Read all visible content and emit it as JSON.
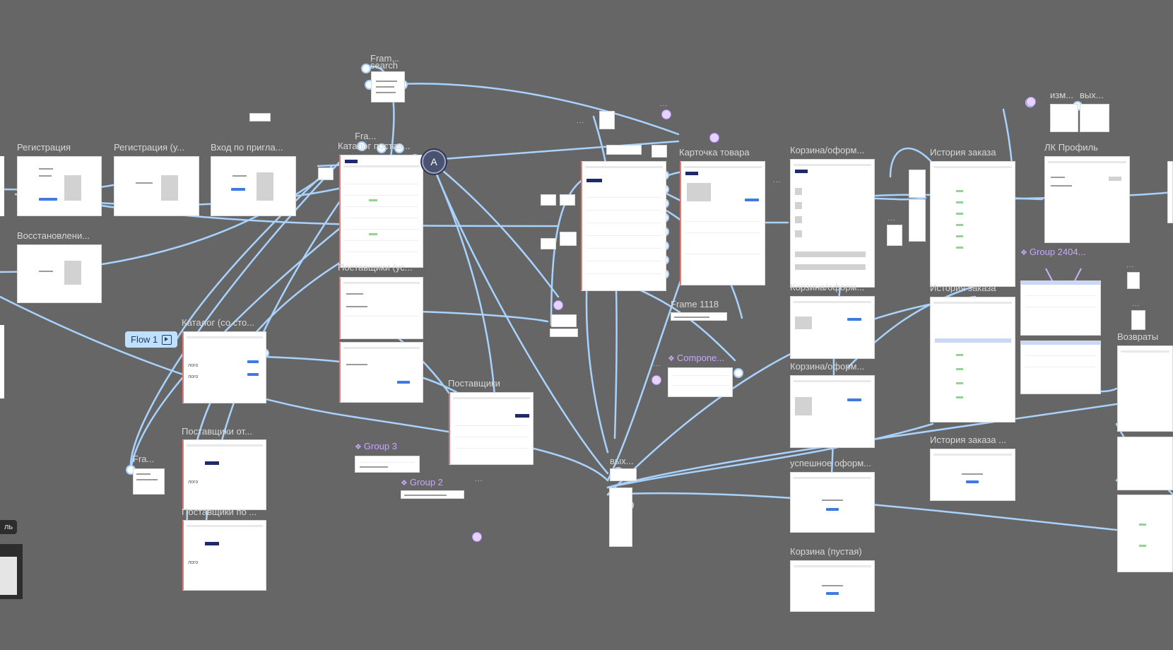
{
  "flow_badge": {
    "label": "Flow 1"
  },
  "avatar": {
    "initial": "A"
  },
  "side_button": {
    "label": "ль"
  },
  "frames": {
    "registration": "Регистрация",
    "registration_u": "Регистрация (у...",
    "invite_login": "Вход по пригла...",
    "restore": "Восстановлени...",
    "fram_search_1": "Fram...",
    "fram_search_2": "search",
    "fra_catalog": "Fra...",
    "catalog_supplier": "Каталог постав...",
    "suppliers_u": "Поставщики (ус...",
    "catalog_co": "Каталог (со сто...",
    "suppliers_ot": "Поставщики от...",
    "suppliers_po": "Поставщики по ...",
    "fra_small": "Fra...",
    "suppliers": "Поставщики",
    "group3": "Group 3",
    "group2": "Group 2",
    "vyh": "вых...",
    "product_card": "Карточка товара",
    "frame1118": "Frame 1118",
    "component": "Compone...",
    "cart_checkout_1": "Корзина/оформ...",
    "cart_checkout_2": "Корзина/оформ...",
    "cart_checkout_3": "Корзина/оформ...",
    "success_checkout": "успешное оформ...",
    "cart_empty": "Корзина (пустая)",
    "order_history_1": "История заказа",
    "order_history_2": "История заказа",
    "order_history_3": "История заказа ...",
    "izm": "изм...",
    "vyh2": "вых...",
    "lk_profile": "ЛК Профиль",
    "group2404": "Group 2404...",
    "returns": "Возвраты"
  },
  "logos": [
    "лого",
    "лого",
    "лого",
    "лого"
  ],
  "colors": {
    "canvas": "#666666",
    "wire": "#a9d3ff",
    "component": "#c8a6ff",
    "accent_blue": "#3f7ae0",
    "navy": "#1f2a6b",
    "status_green": "#8fd68f",
    "red_guide": "#e07a7a"
  },
  "icons": [
    "flow-play-icon",
    "component-icon",
    "ghost-prototype-icon",
    "avatar-icon"
  ]
}
